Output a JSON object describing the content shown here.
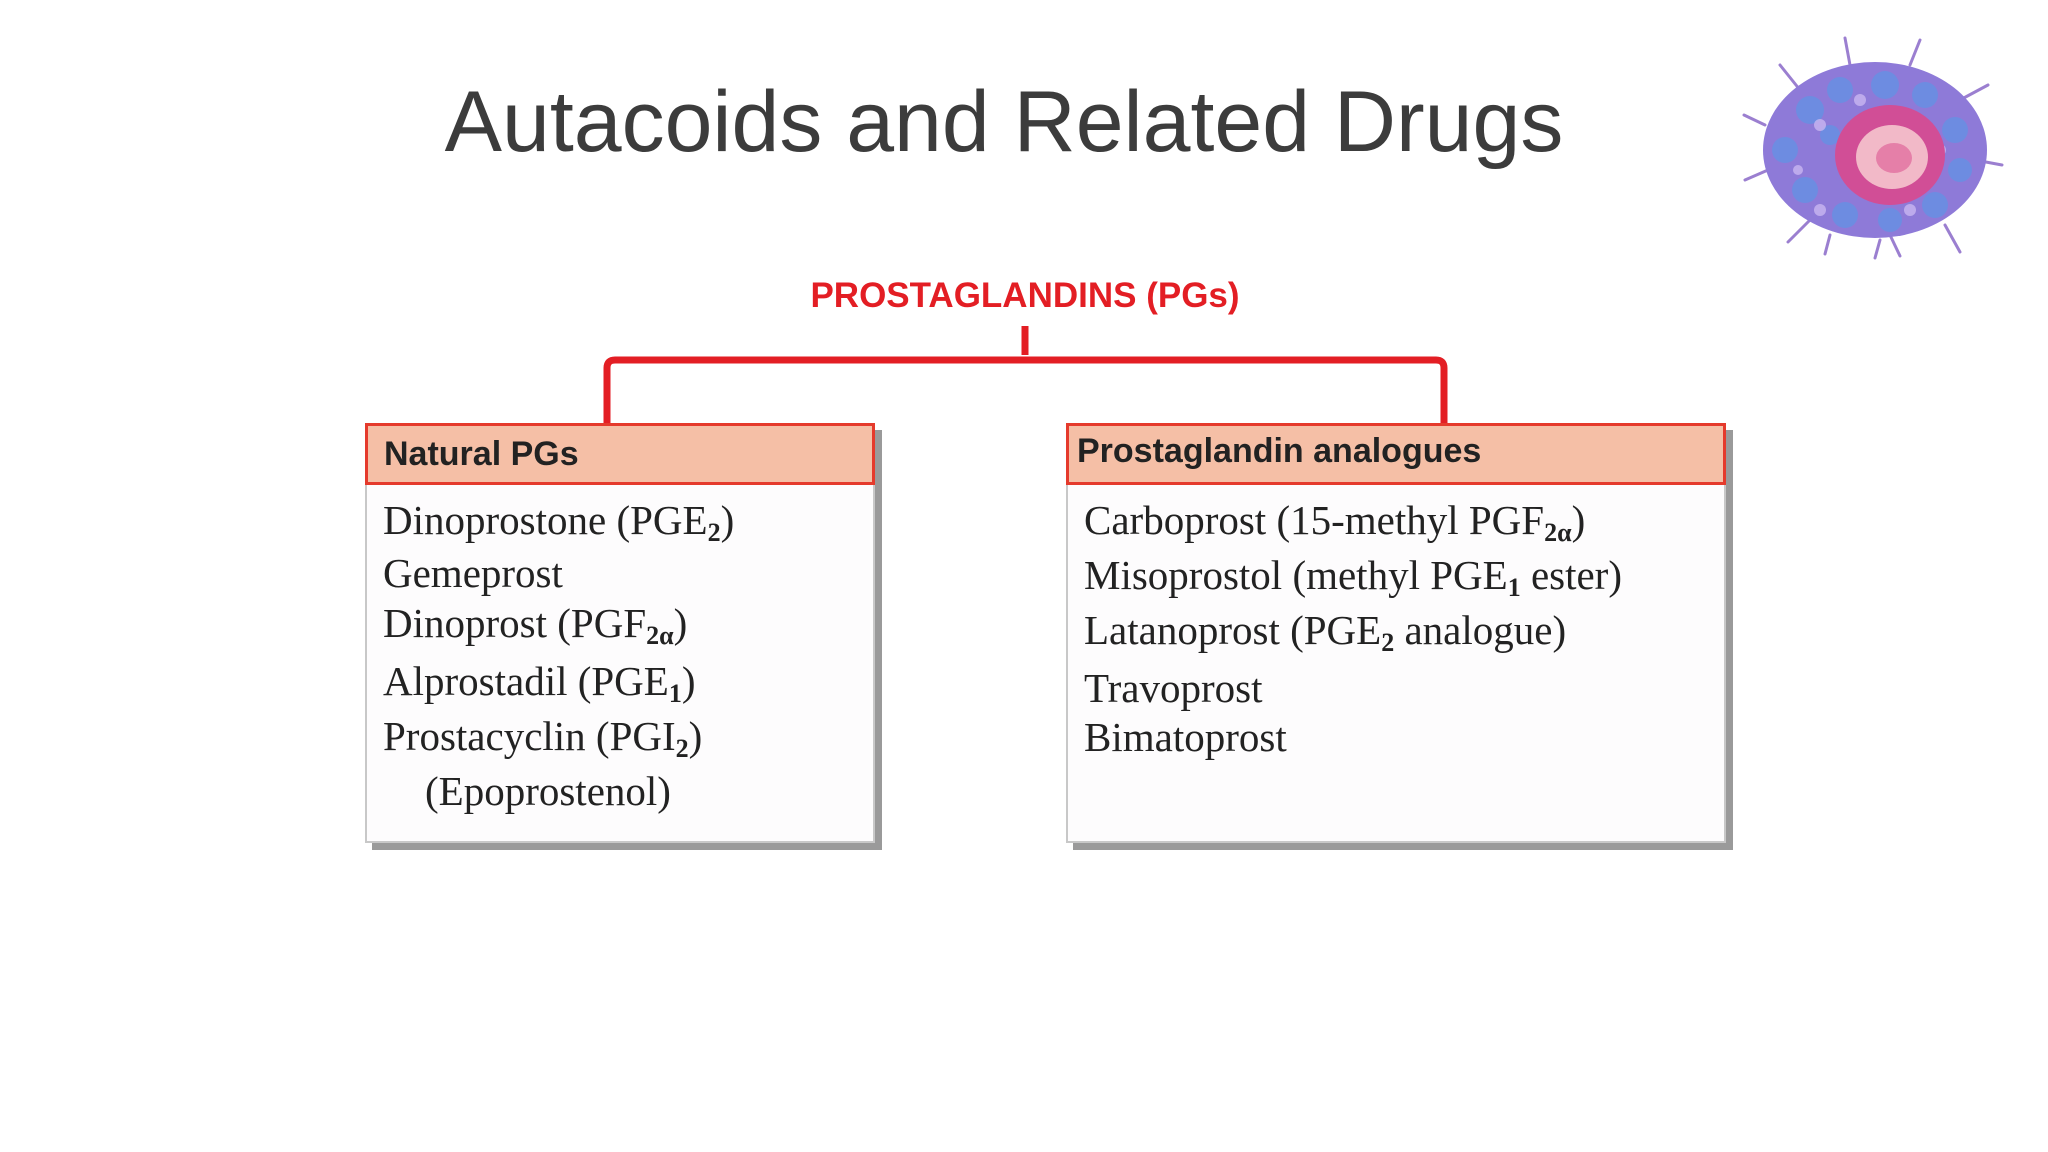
{
  "slide": {
    "title": "Autacoids and Related Drugs"
  },
  "logo": {
    "icon": "cell-illustration-icon"
  },
  "diagram": {
    "heading": "PROSTAGLANDINS (PGs)",
    "accent_color": "#e31e24",
    "header_fill": "#f5bfa6",
    "natural": {
      "title": "Natural PGs",
      "items": [
        {
          "name": "Dinoprostone (PGE",
          "sub": "2",
          "after": ")"
        },
        {
          "name": "Gemeprost",
          "sub": "",
          "after": ""
        },
        {
          "name": "Dinoprost (PGF",
          "sub": "2α",
          "after": ")"
        },
        {
          "name": "Alprostadil (PGE",
          "sub": "1",
          "after": ")"
        },
        {
          "name": "Prostacyclin (PGI",
          "sub": "2",
          "after": ")"
        },
        {
          "name": "(Epoprostenol)",
          "sub": "",
          "after": ""
        }
      ]
    },
    "analogues": {
      "title": "Prostaglandin analogues",
      "items": [
        {
          "name": "Carboprost (15-methyl PGF",
          "sub": "2α",
          "after": ")"
        },
        {
          "name": "Misoprostol (methyl PGE",
          "sub": "1",
          "after": " ester)"
        },
        {
          "name": "Latanoprost (PGE",
          "sub": "2",
          "after": " analogue)"
        },
        {
          "name": "Travoprost",
          "sub": "",
          "after": ""
        },
        {
          "name": "Bimatoprost",
          "sub": "",
          "after": ""
        }
      ]
    }
  }
}
